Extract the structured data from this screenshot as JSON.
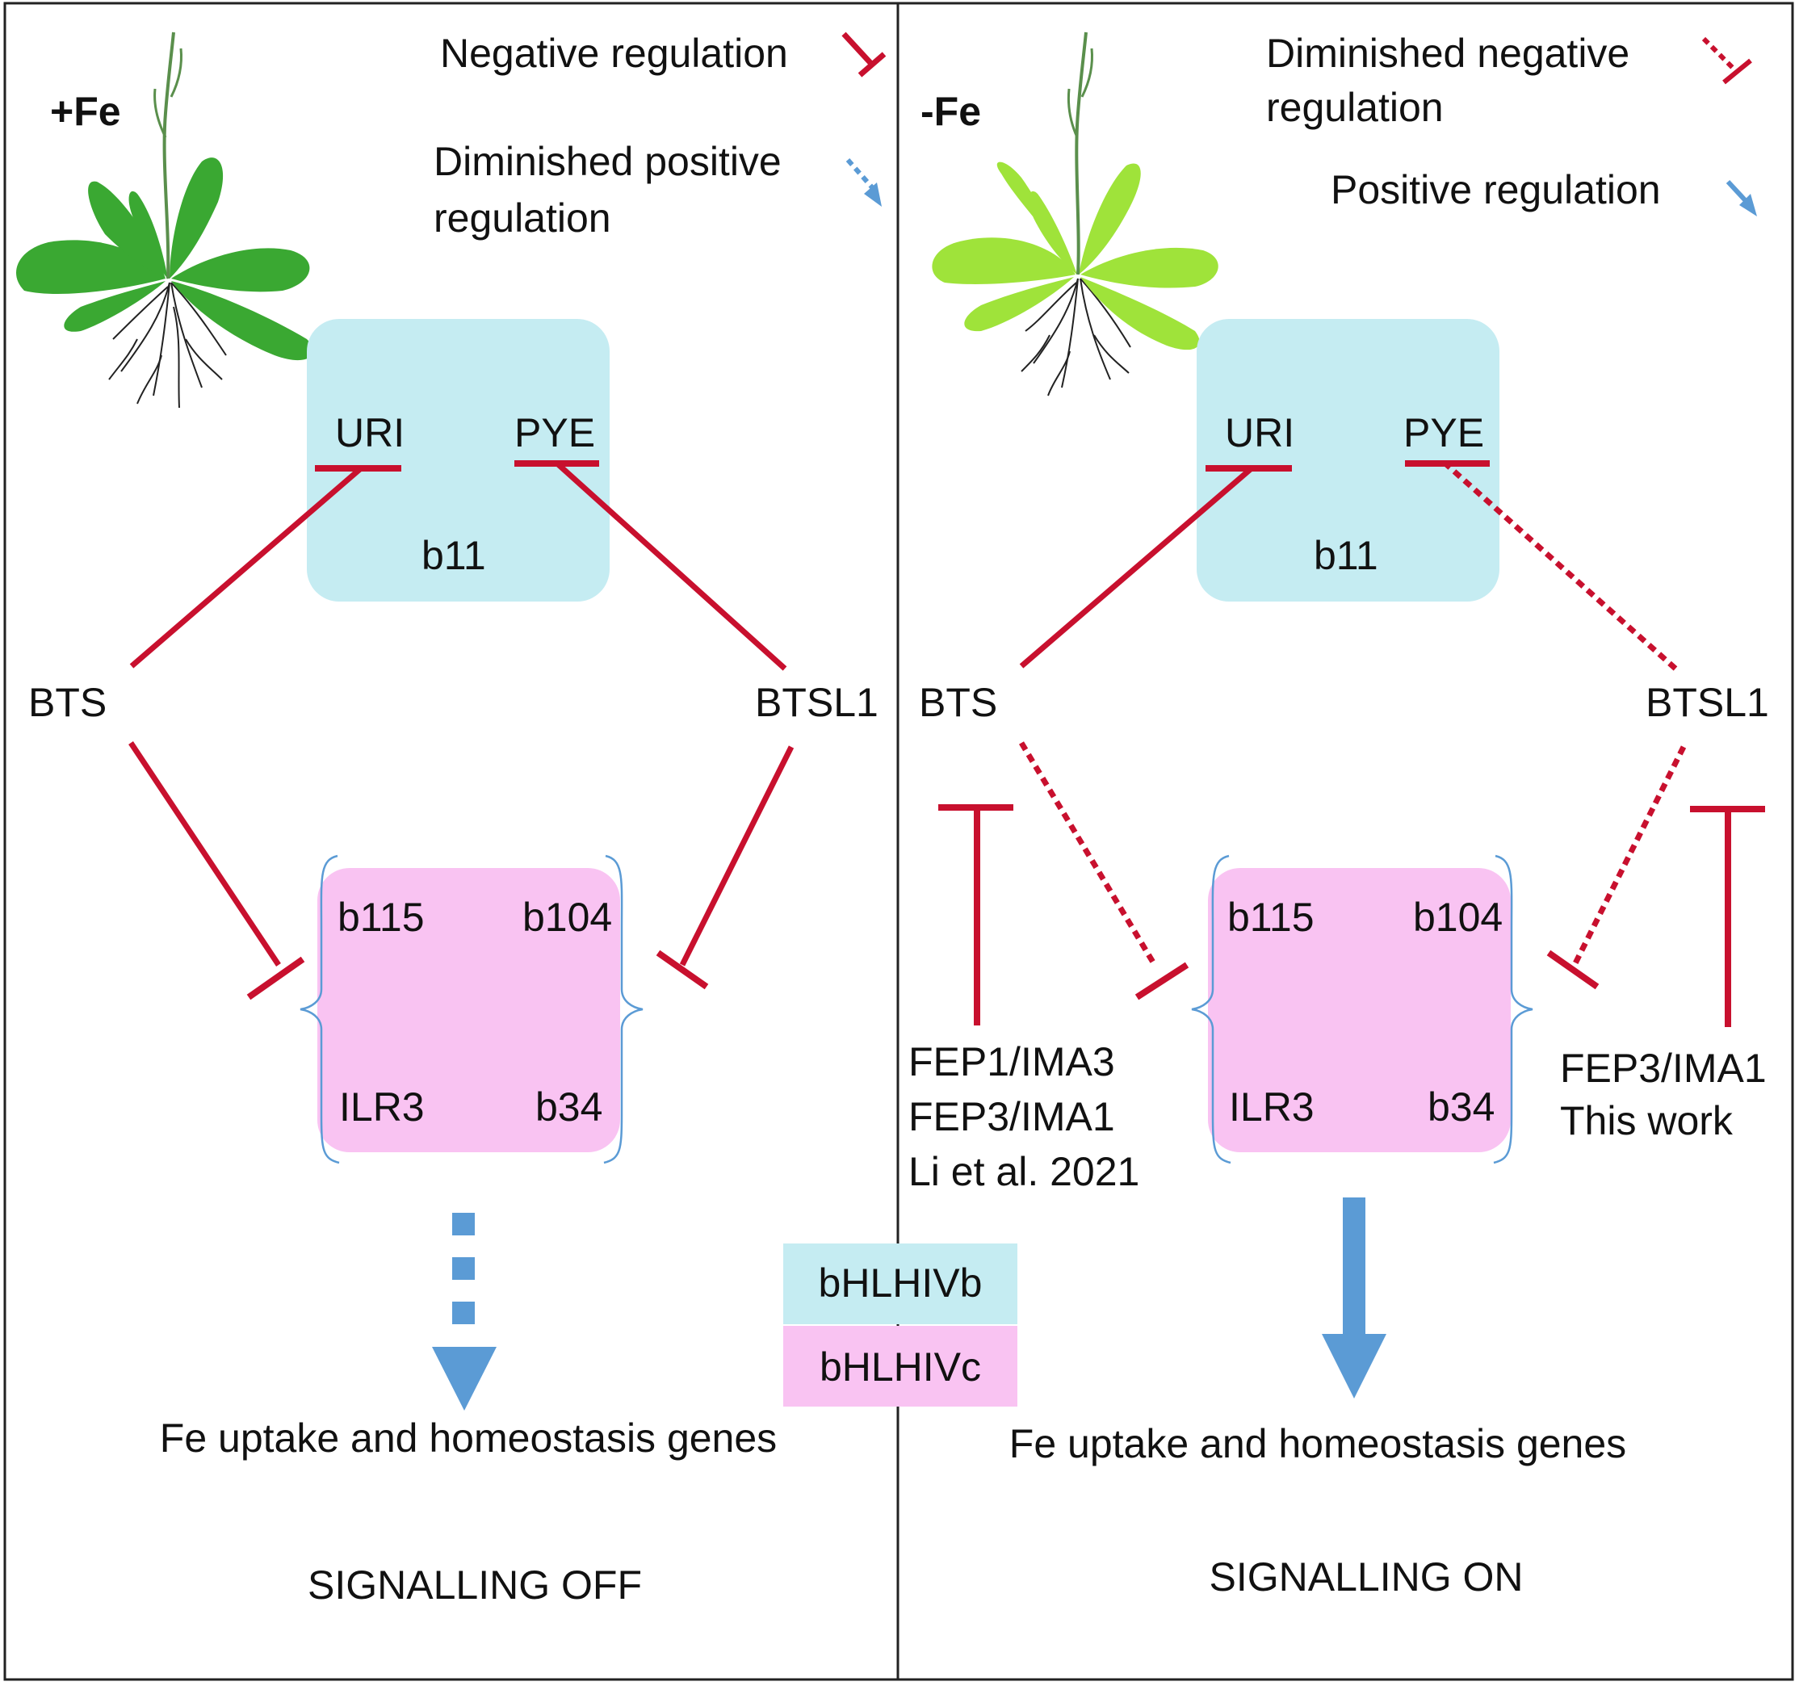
{
  "colors": {
    "negative": "#c8102e",
    "positive": "#5b9bd5",
    "bhlh_ivb": "#c5ecf2",
    "bhlh_ivc": "#f9c3f2",
    "leaf_dark": "#3aa832",
    "leaf_light": "#9fe33a"
  },
  "left": {
    "condition": "+Fe",
    "legend_negative": "Negative regulation",
    "legend_diminished_positive_1": "Diminished positive",
    "legend_diminished_positive_2": "regulation",
    "uri": "URI",
    "pye": "PYE",
    "b11": "b11",
    "bts": "BTS",
    "btsl1": "BTSL1",
    "b115": "b115",
    "b104": "b104",
    "ilr3": "ILR3",
    "b34": "b34",
    "genes": "Fe uptake and homeostasis genes",
    "status": "SIGNALLING OFF"
  },
  "right": {
    "condition": "-Fe",
    "legend_diminished_negative_1": "Diminished negative",
    "legend_diminished_negative_2": "regulation",
    "legend_positive": "Positive regulation",
    "uri": "URI",
    "pye": "PYE",
    "b11": "b11",
    "bts": "BTS",
    "btsl1": "BTSL1",
    "b115": "b115",
    "b104": "b104",
    "ilr3": "ILR3",
    "b34": "b34",
    "left_inhibitor_1": "FEP1/IMA3",
    "left_inhibitor_2": "FEP3/IMA1",
    "left_inhibitor_3": "Li et al. 2021",
    "right_inhibitor_1": "FEP3/IMA1",
    "right_inhibitor_2": "This work",
    "genes": "Fe uptake and homeostasis genes",
    "status": "SIGNALLING ON"
  },
  "key": {
    "ivb": "bHLHIVb",
    "ivc": "bHLHIVc"
  }
}
